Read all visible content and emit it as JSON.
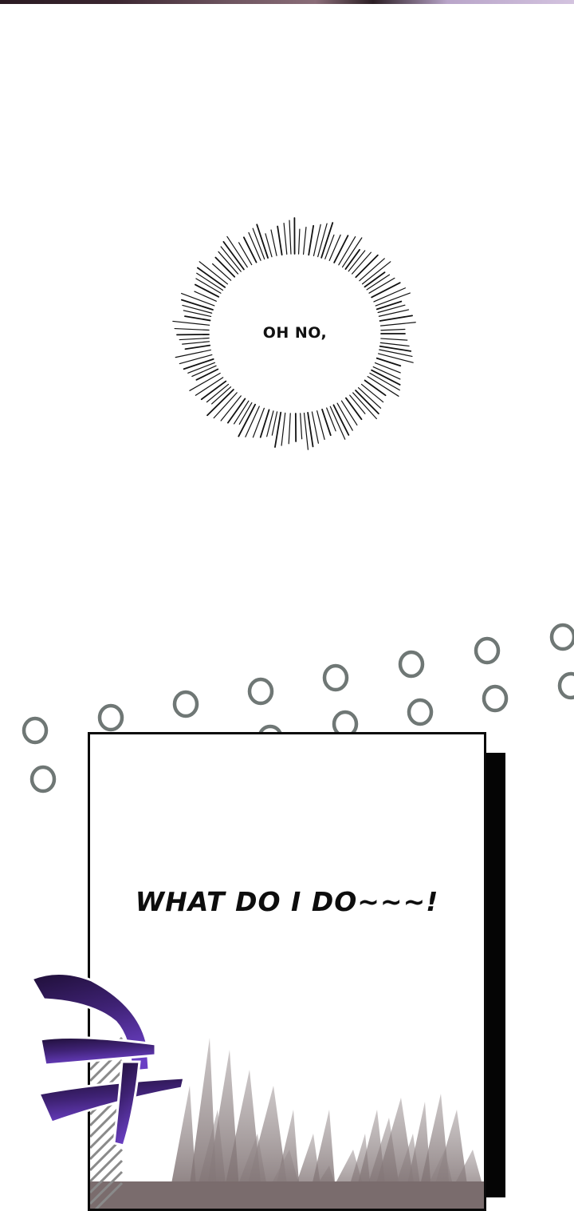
{
  "page": {
    "type": "webtoon-panel-strip",
    "background": "#ffffff"
  },
  "top_strip": {
    "description": "cropped edge of previous panel"
  },
  "burst_bubble": {
    "text": "OH NO,",
    "style": "radial emphasis lines",
    "line_color": "#111111"
  },
  "decorations": {
    "bubbles_color": "#6f7775",
    "bubble_count": 16
  },
  "panel": {
    "text": "WHAT DO I DO~~~!",
    "border_color": "#0a0a0a",
    "shadow_color": "#050505",
    "speedline_fill": "#7d6f70"
  },
  "sfx": {
    "glyph": "ㅋ",
    "color_top": "#1f0f38",
    "color_bottom": "#6a3fc4"
  }
}
